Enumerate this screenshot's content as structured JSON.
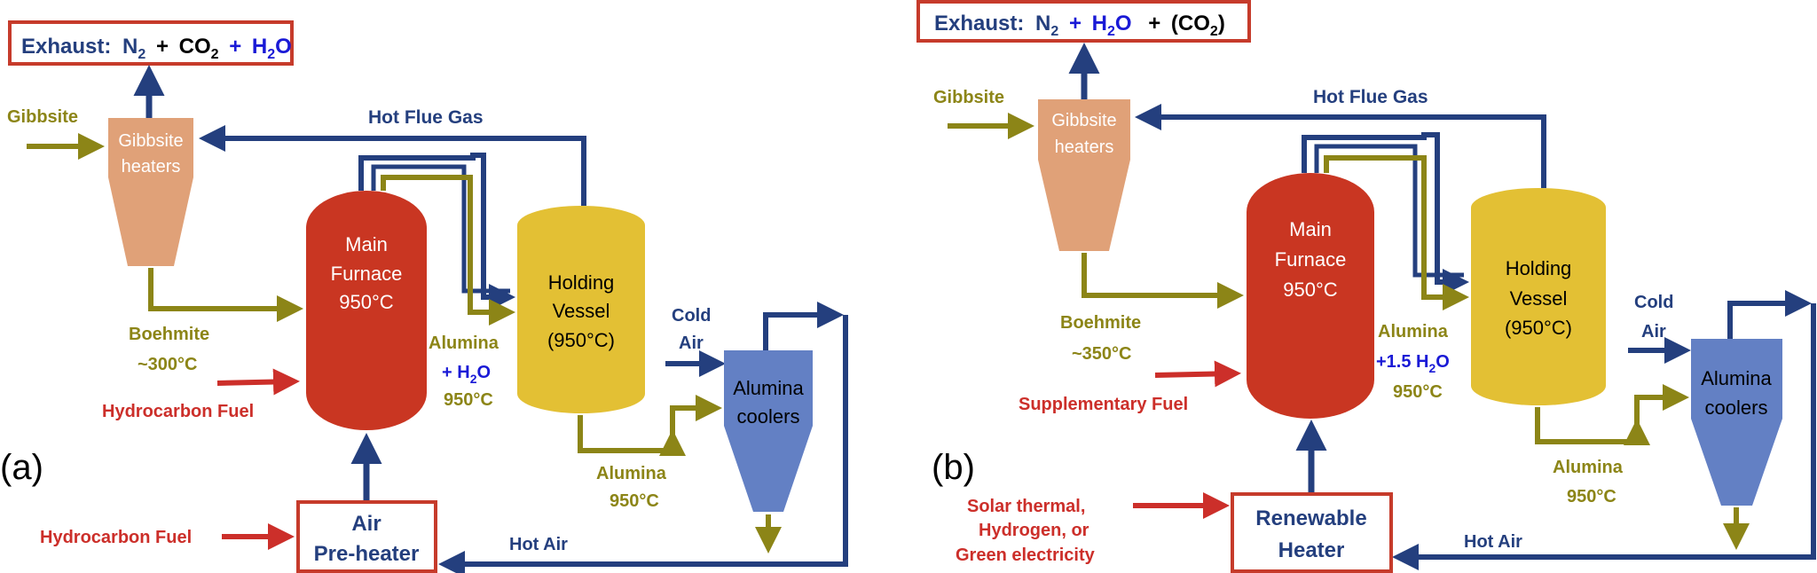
{
  "colors": {
    "olive": "#8c8517",
    "navy": "#243f7e",
    "red_text": "#cc2f2a",
    "red_box": "#c63b2b",
    "blue_text": "#1a1ad6",
    "furnace": "#c93622",
    "vessel": "#e3c034",
    "heater": "#e0a178",
    "cooler": "#6380c4"
  },
  "panel_a": {
    "label": "(a)",
    "exhaust": {
      "prefix": "Exhaust:",
      "n2": "N",
      "n2_sub": "2",
      "plus1": "+",
      "co2": "CO",
      "co2_sub": "2",
      "plus2": "+",
      "h2o_h": "H",
      "h2o_sub": "2",
      "h2o_o": "O"
    },
    "gibbsite": "Gibbsite",
    "gibbsite_heaters": [
      "Gibbsite",
      "heaters"
    ],
    "hot_flue_gas": "Hot Flue Gas",
    "main_furnace": [
      "Main",
      "Furnace",
      "950°C"
    ],
    "holding_vessel": [
      "Holding",
      "Vessel",
      "(950°C)"
    ],
    "boehmite": [
      "Boehmite",
      "~300°C"
    ],
    "alumina_h2o": {
      "line1": "Alumina",
      "plus": "+ H",
      "sub": "2",
      "o": "O",
      "temp": "950°C"
    },
    "cold_air": [
      "Cold",
      "Air"
    ],
    "alumina_coolers": [
      "Alumina",
      "coolers"
    ],
    "alumina_out": [
      "Alumina",
      "950°C"
    ],
    "hydrocarbon_fuel_1": "Hydrocarbon Fuel",
    "hydrocarbon_fuel_2": "Hydrocarbon Fuel",
    "air_preheater": [
      "Air",
      "Pre-heater"
    ],
    "hot_air": "Hot Air"
  },
  "panel_b": {
    "label": "(b)",
    "exhaust": {
      "prefix": "Exhaust:",
      "n2": "N",
      "n2_sub": "2",
      "plus1": "+",
      "h2o_h": "H",
      "h2o_sub": "2",
      "h2o_o": "O",
      "plus2": "+",
      "co2": "(CO",
      "co2_sub": "2",
      "co2_close": ")"
    },
    "gibbsite": "Gibbsite",
    "gibbsite_heaters": [
      "Gibbsite",
      "heaters"
    ],
    "hot_flue_gas": "Hot Flue Gas",
    "main_furnace": [
      "Main",
      "Furnace",
      "950°C"
    ],
    "holding_vessel": [
      "Holding",
      "Vessel",
      "(950°C)"
    ],
    "boehmite": [
      "Boehmite",
      "~350°C"
    ],
    "alumina_h2o": {
      "line1": "Alumina",
      "plus": "+1.5 H",
      "sub": "2",
      "o": "O",
      "temp": "950°C"
    },
    "cold_air": [
      "Cold",
      "Air"
    ],
    "alumina_coolers": [
      "Alumina",
      "coolers"
    ],
    "alumina_out": [
      "Alumina",
      "950°C"
    ],
    "supplementary_fuel": "Supplementary Fuel",
    "renewable_sources": [
      "Solar thermal,",
      "Hydrogen, or",
      "Green electricity"
    ],
    "renewable_heater": [
      "Renewable",
      "Heater"
    ],
    "hot_air": "Hot Air"
  }
}
